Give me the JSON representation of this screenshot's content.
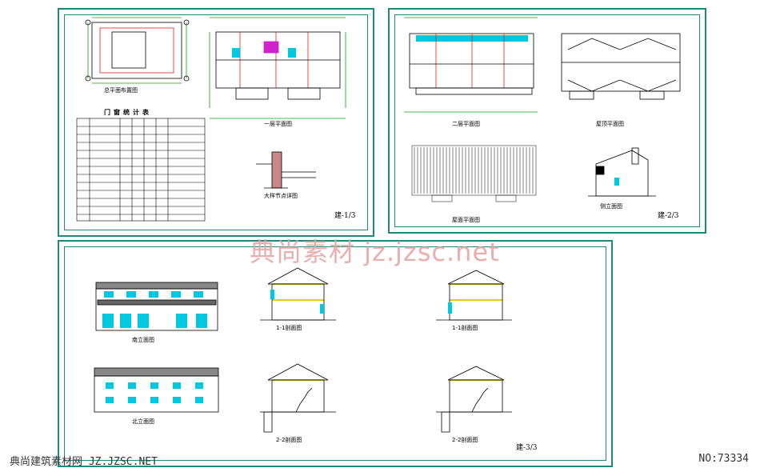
{
  "sheets": [
    {
      "id": "sheet-1",
      "number": "建-1/3"
    },
    {
      "id": "sheet-2",
      "number": "建-2/3"
    },
    {
      "id": "sheet-3",
      "number": "建-3/3"
    }
  ],
  "table_title": "门窗统计表",
  "captions": {
    "site_plan": "总平面布置图",
    "first_floor": "一层平面图",
    "second_floor": "二层平面图",
    "roof_plan": "屋顶平面图",
    "roof_tiles": "屋面平面图",
    "detail": "大样节点详图",
    "gable": "侧立面图",
    "front_elev": "南立面图",
    "back_elev": "北立面图",
    "section_1a": "1-1剖面图",
    "section_1b": "1-1剖面图",
    "section_2a": "2-2剖面图",
    "section_2b": "2-2剖面图"
  },
  "watermark": "典尚素材 jz.jzsc.net",
  "footer": {
    "left": "典尚建筑素材网 JZ.JZSC.NET",
    "right": "NO:73334"
  },
  "colors": {
    "frame": "#1f8a7c",
    "watermark": "#e8a1a1",
    "line": "#000000",
    "cyan": "#00c8e0",
    "magenta": "#d020d0",
    "yellow": "#e0d000",
    "red": "#e02020",
    "green": "#10a010"
  }
}
